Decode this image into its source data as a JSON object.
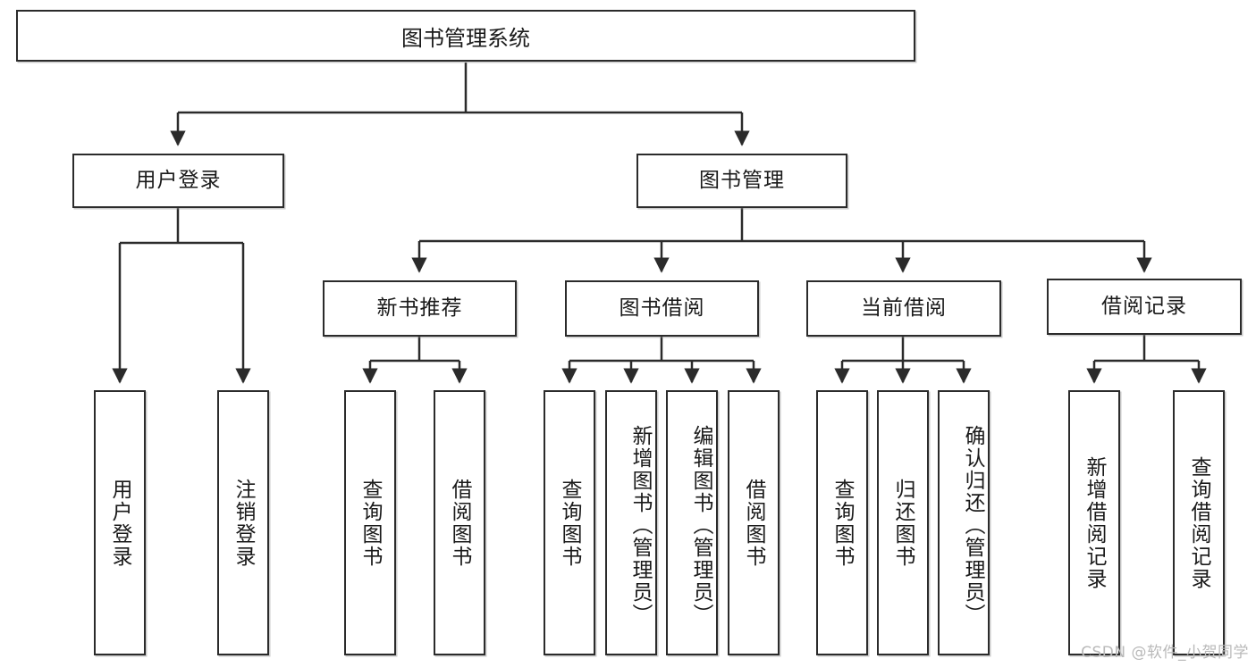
{
  "diagram": {
    "title": "图书管理系统",
    "type": "hierarchy-tree",
    "stroke_color": "#2b2b2b",
    "fill_color": "#ffffff",
    "text_color": "#1a1a1a",
    "levels": 4,
    "root": {
      "label": "图书管理系统"
    },
    "level2": [
      {
        "label": "用户登录"
      },
      {
        "label": "图书管理"
      }
    ],
    "level3": [
      {
        "label": "新书推荐"
      },
      {
        "label": "图书借阅"
      },
      {
        "label": "当前借阅"
      },
      {
        "label": "借阅记录"
      }
    ],
    "leaves": {
      "user_login": [
        {
          "label": "用户登录"
        },
        {
          "label": "注销登录"
        }
      ],
      "new_book_recommend": [
        {
          "label": "查询图书"
        },
        {
          "label": "借阅图书"
        }
      ],
      "book_borrow": [
        {
          "label": "查询图书"
        },
        {
          "label": "新增图书（管理员）"
        },
        {
          "label": "编辑图书（管理员）"
        },
        {
          "label": "借阅图书"
        }
      ],
      "current_borrow": [
        {
          "label": "查询图书"
        },
        {
          "label": "归还图书"
        },
        {
          "label": "确认归还（管理员）"
        }
      ],
      "borrow_record": [
        {
          "label": "新增借阅记录"
        },
        {
          "label": "查询借阅记录"
        }
      ]
    }
  },
  "watermark": {
    "text": "CSDN @软件_小贺同学"
  }
}
